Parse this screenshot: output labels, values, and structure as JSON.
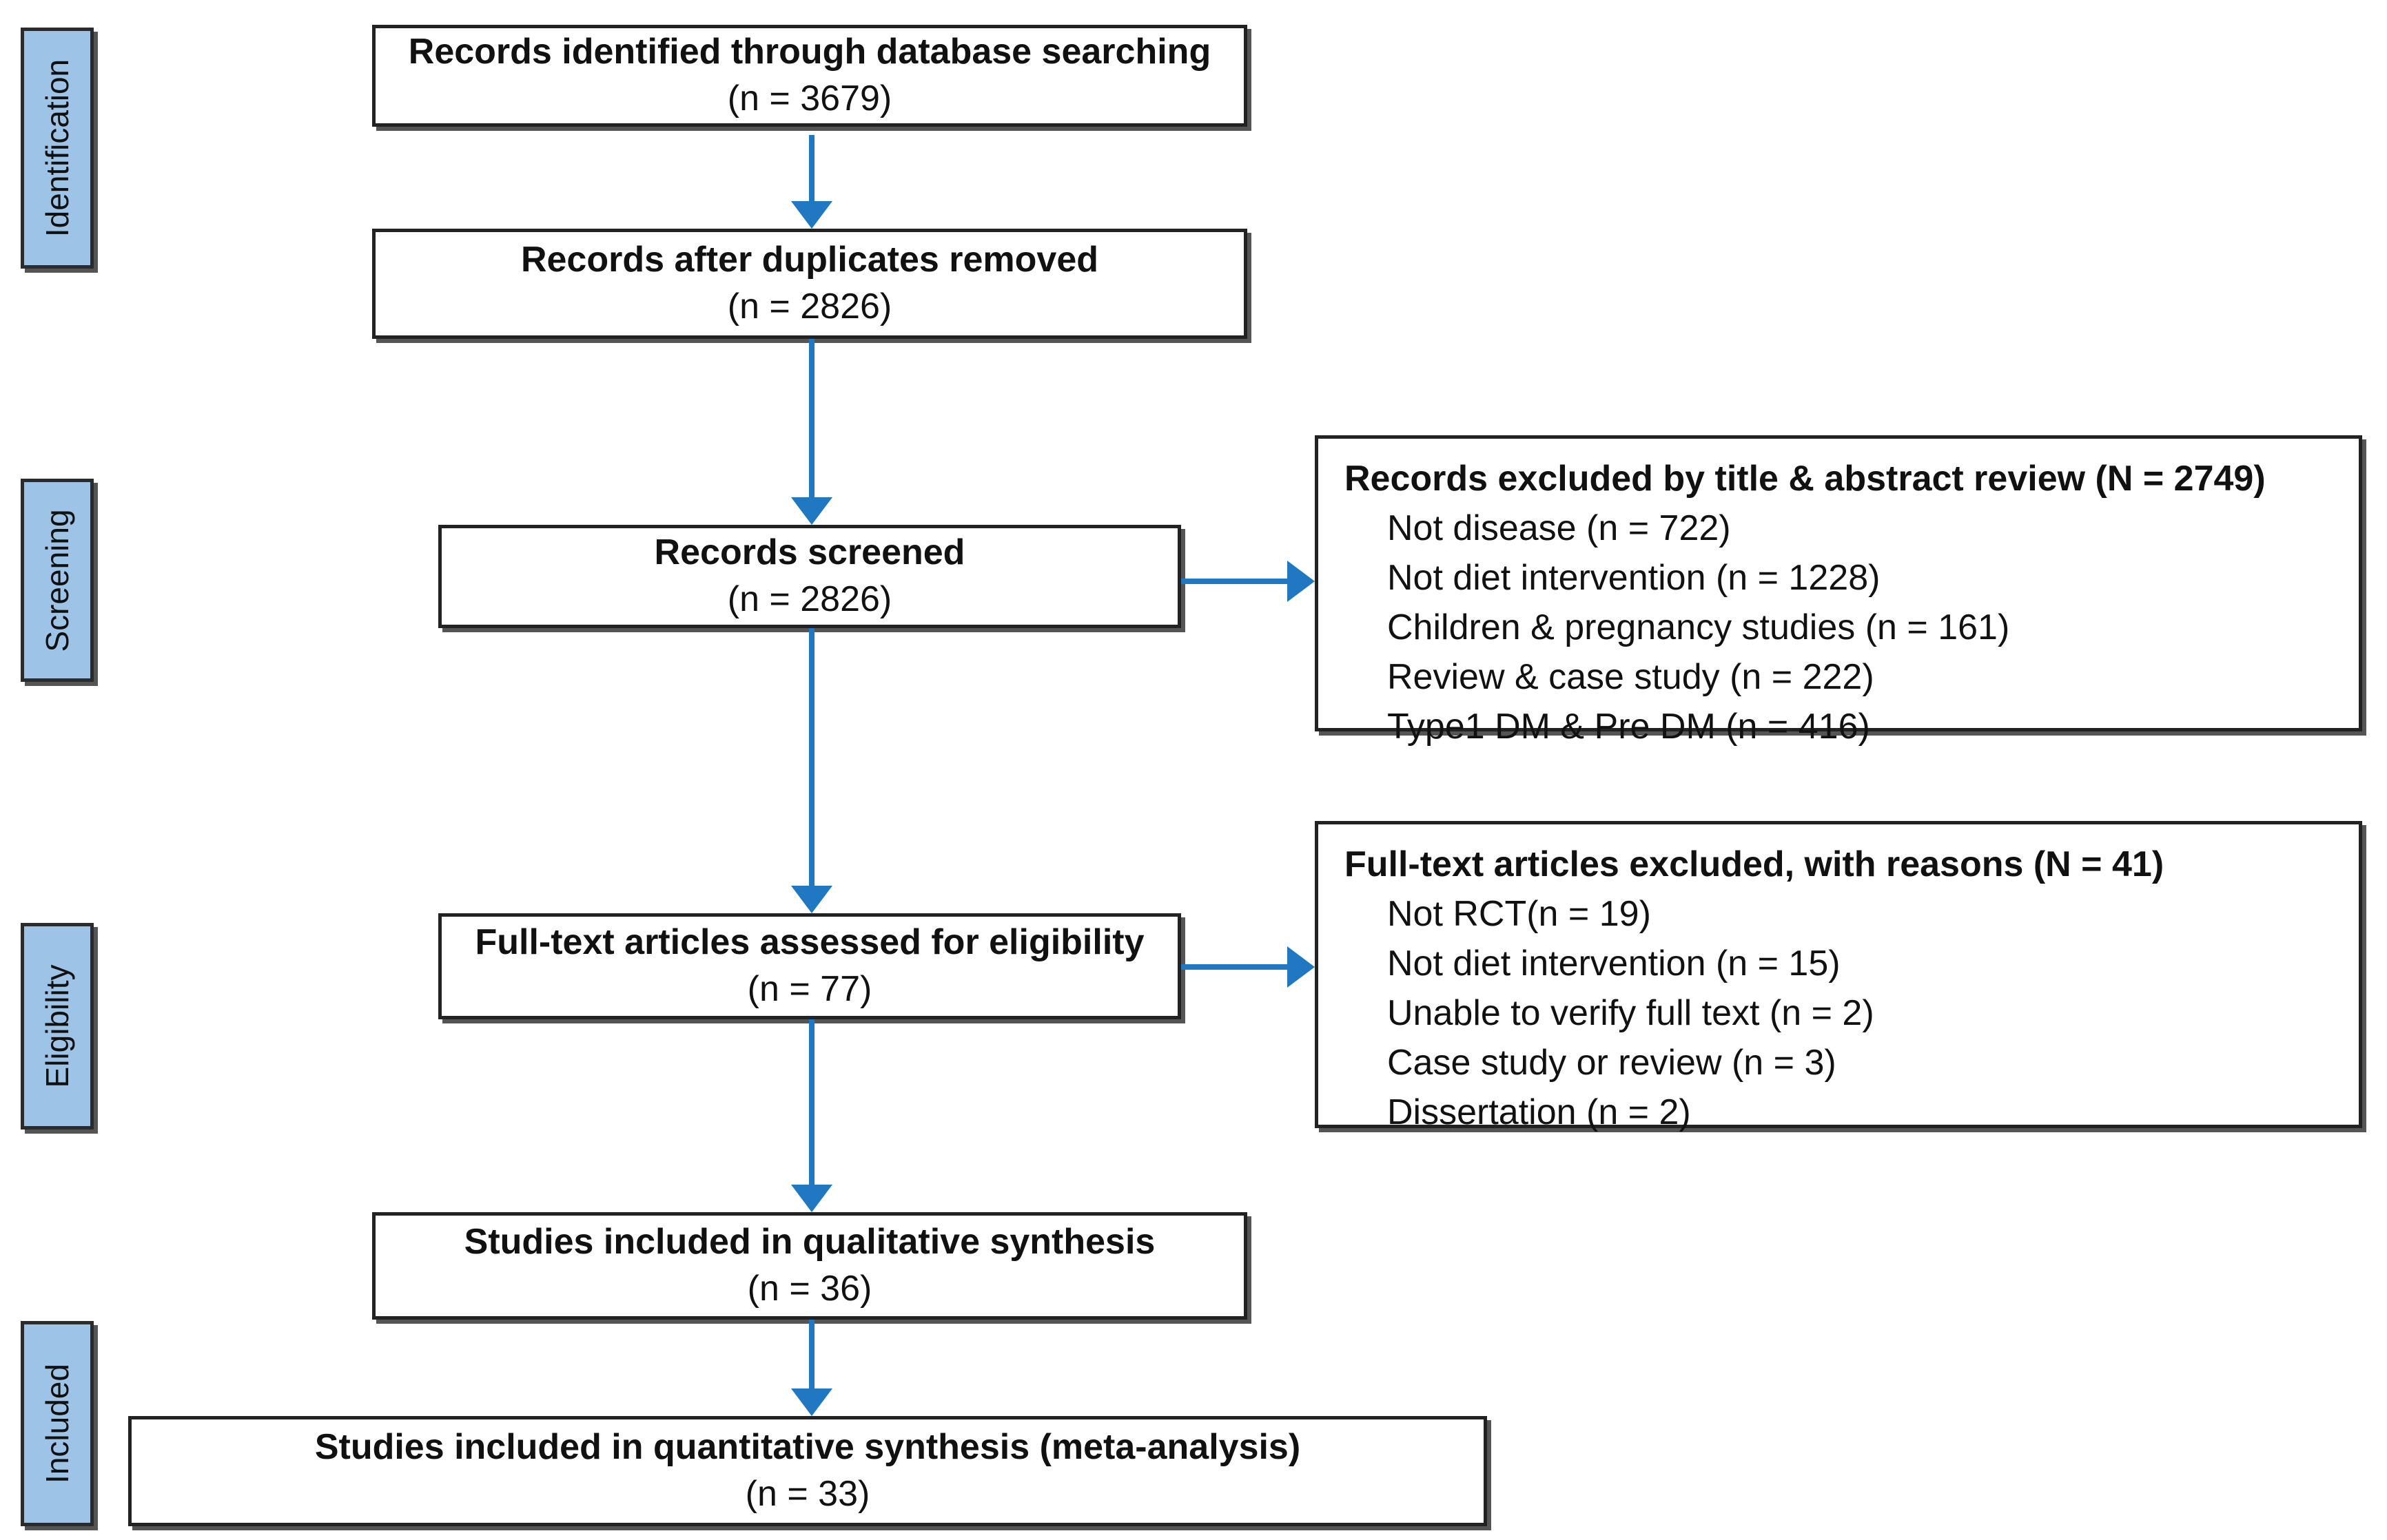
{
  "stages": {
    "identification": "Identification",
    "screening": "Screening",
    "eligibility": "Eligibility",
    "included": "Included"
  },
  "boxes": {
    "identified": {
      "title": "Records identified through database searching",
      "count": "(n = 3679)"
    },
    "after_duplicates": {
      "title": "Records after duplicates removed",
      "count": "(n = 2826)"
    },
    "screened": {
      "title": "Records screened",
      "count": "(n = 2826)"
    },
    "fulltext": {
      "title": "Full-text articles assessed for eligibility",
      "count": "(n = 77)"
    },
    "qualitative": {
      "title": "Studies included in qualitative synthesis",
      "count": "(n = 36)"
    },
    "quantitative": {
      "title": "Studies included in quantitative synthesis (meta-analysis)",
      "count": "(n = 33)"
    }
  },
  "excluded_title_abstract": {
    "title": "Records excluded by title & abstract review (N = 2749)",
    "items": [
      "Not disease (n = 722)",
      "Not diet intervention (n = 1228)",
      "Children & pregnancy studies (n = 161)",
      "Review & case study (n = 222)",
      "Type1 DM & Pre DM (n = 416)"
    ]
  },
  "excluded_fulltext": {
    "title": "Full-text articles excluded, with reasons (N = 41)",
    "items": [
      "Not RCT(n = 19)",
      "Not diet intervention (n = 15)",
      "Unable to verify full text (n = 2)",
      "Case study or review (n = 3)",
      "Dissertation (n = 2)"
    ]
  },
  "colors": {
    "arrow": "#1f78c1",
    "stage_fill": "#9dc3e6",
    "border": "#222222"
  }
}
